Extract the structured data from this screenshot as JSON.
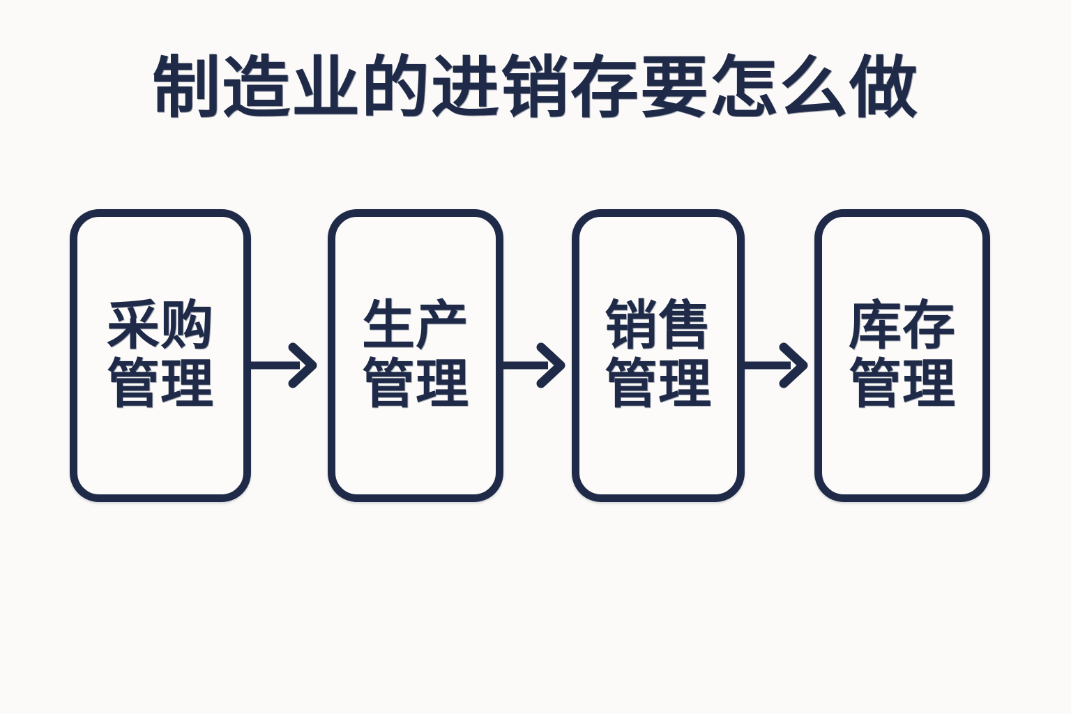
{
  "page": {
    "background_color": "#fbfaf8",
    "accent_color": "#1e2a47",
    "title": "制造业的进销存要怎么做"
  },
  "diagram": {
    "type": "process-flow",
    "orientation": "horizontal",
    "step_count": 4,
    "connector_icon": "arrow-right-icon",
    "steps": [
      {
        "id": "procurement",
        "label": "采购\n管理",
        "line1": "采购",
        "line2": "管理",
        "order": 1
      },
      {
        "id": "production",
        "label": "生产\n管理",
        "line1": "生产",
        "line2": "管理",
        "order": 2
      },
      {
        "id": "sales",
        "label": "销售\n管理",
        "line1": "销售",
        "line2": "管理",
        "order": 3
      },
      {
        "id": "inventory",
        "label": "库存\n管理",
        "line1": "库存",
        "line2": "管理",
        "order": 4
      }
    ],
    "connectors": [
      {
        "from": "采购管理",
        "to": "生产管理"
      },
      {
        "from": "生产管理",
        "to": "销售管理"
      },
      {
        "from": "销售管理",
        "to": "库存管理"
      }
    ]
  }
}
